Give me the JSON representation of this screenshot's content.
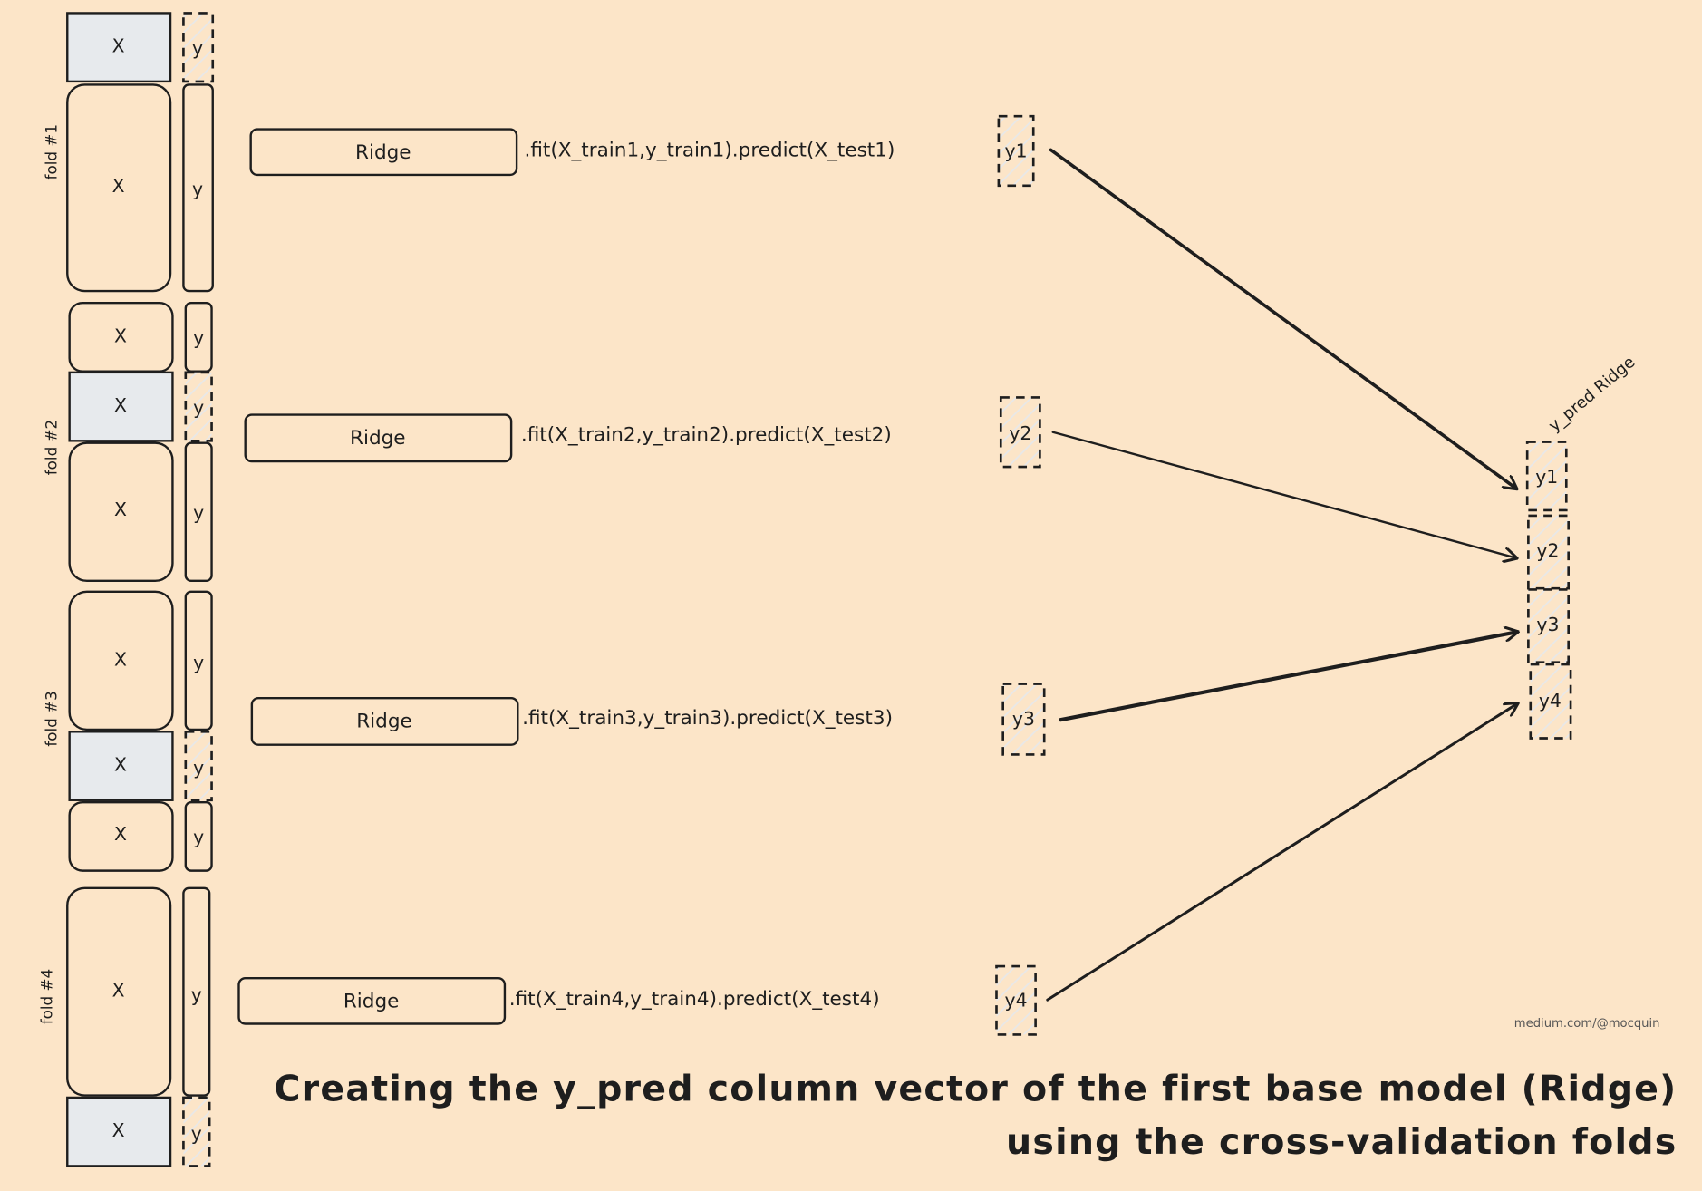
{
  "colors": {
    "background": "#fce5c8",
    "test_fill": "#e7eaed",
    "stroke": "#1e1e1e"
  },
  "folds": [
    {
      "label": "fold #1",
      "model": "Ridge",
      "call": ".fit(X_train1,y_train1).predict(X_test1)",
      "pred": "y1"
    },
    {
      "label": "fold #2",
      "model": "Ridge",
      "call": ".fit(X_train2,y_train2).predict(X_test2)",
      "pred": "y2"
    },
    {
      "label": "fold #3",
      "model": "Ridge",
      "call": ".fit(X_train3,y_train3).predict(X_test3)",
      "pred": "y3"
    },
    {
      "label": "fold #4",
      "model": "Ridge",
      "call": ".fit(X_train4,y_train4).predict(X_test4)",
      "pred": "y4"
    }
  ],
  "x_label": "X",
  "y_label": "y",
  "stack": {
    "label": "y_pred Ridge",
    "items": [
      "y1",
      "y2",
      "y3",
      "y4"
    ]
  },
  "title": {
    "line1": "Creating the y_pred column vector of the first base model (Ridge)",
    "line2": "using the cross-validation folds"
  },
  "watermark": "medium.com/@mocquin"
}
